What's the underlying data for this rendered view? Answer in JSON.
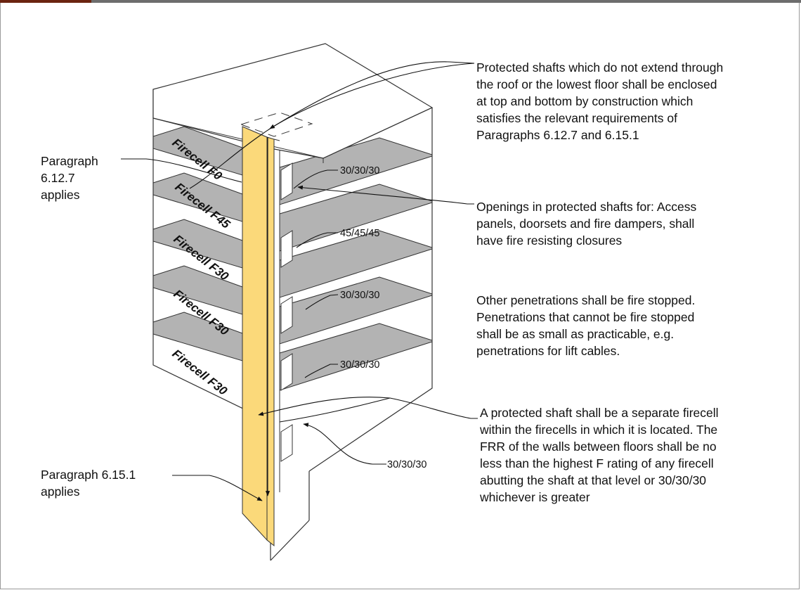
{
  "header": {
    "bar_color": "#6d6d6d",
    "accent_color": "#6b2410"
  },
  "colors": {
    "slab": "#b3b3b3",
    "shaft": "#fbd97a",
    "outline": "#333333",
    "background": "#ffffff"
  },
  "floors": [
    {
      "label": "Firecell F0"
    },
    {
      "label": "Firecell F45"
    },
    {
      "label": "Firecell F30"
    },
    {
      "label": "Firecell F30"
    },
    {
      "label": "Firecell F30"
    }
  ],
  "ratings": [
    "30/30/30",
    "45/45/45",
    "30/30/30",
    "30/30/30",
    "30/30/30"
  ],
  "annotations": {
    "protected_shafts": "Protected shafts which do not extend through\nthe roof or the lowest floor shall be enclosed\nat top and bottom by construction which\nsatisfies the relevant requirements of\nParagraphs 6.12.7 and 6.15.1",
    "openings": "Openings in protected shafts for: Access\npanels, doorsets and fire dampers, shall\nhave fire resisting closures",
    "penetrations": "Other penetrations shall be fire stopped.\nPenetrations that cannot be fire stopped\nshall be as small as practicable, e.g.\npenetrations for lift cables.",
    "separate_firecell": "A protected shaft shall be a separate firecell\nwithin the firecells in which it is located. The\nFRR of the walls between floors shall be no\nless than the highest F rating of any firecell\nabutting the shaft at that level or 30/30/30\nwhichever is greater",
    "para_6127": "Paragraph\n6.12.7\napplies",
    "para_6151": "Paragraph 6.15.1\napplies"
  }
}
